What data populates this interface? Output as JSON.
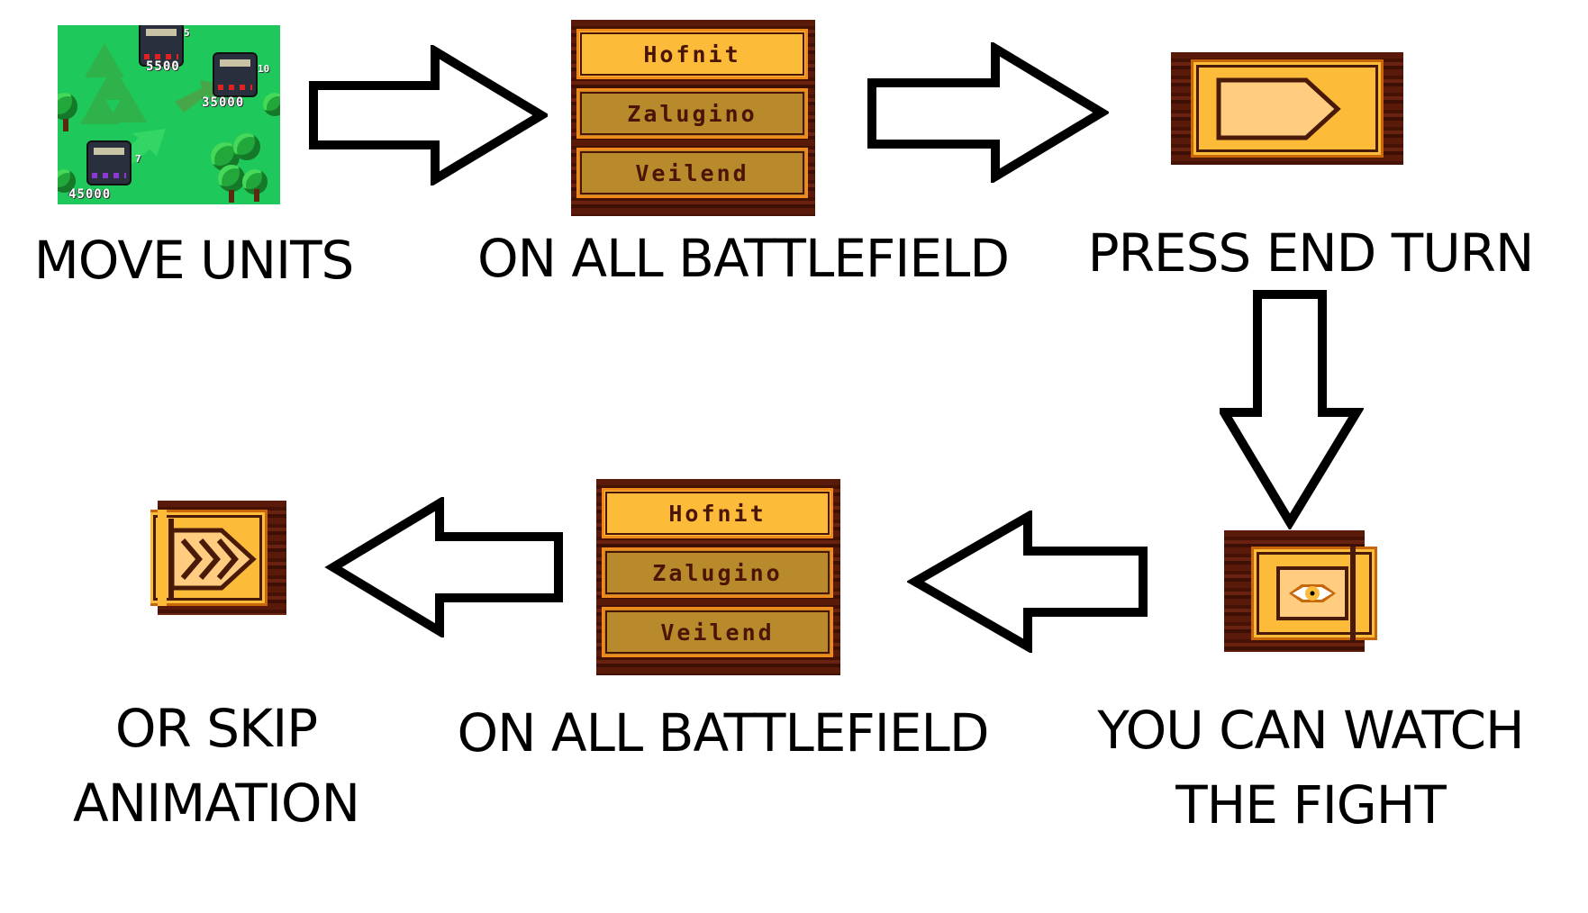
{
  "steps": [
    {
      "id": "move-units",
      "caption": [
        "MOVE UNITS"
      ]
    },
    {
      "id": "select-battlefield",
      "caption": [
        "ON ALL BATTLEFIELD"
      ]
    },
    {
      "id": "press-end-turn",
      "caption": [
        "PRESS END TURN"
      ]
    },
    {
      "id": "watch-fight",
      "caption": [
        "YOU CAN WATCH",
        "THE FIGHT"
      ]
    },
    {
      "id": "select-battlefield-2",
      "caption": [
        "ON ALL BATTLEFIELD"
      ]
    },
    {
      "id": "skip-animation",
      "caption": [
        "OR SKIP",
        "ANIMATION"
      ]
    }
  ],
  "map": {
    "units": [
      {
        "power": "5500",
        "count": "5",
        "team": "enemy"
      },
      {
        "power": "35000",
        "count": "10",
        "team": "enemy"
      },
      {
        "power": "45000",
        "count": "7",
        "team": "player"
      }
    ]
  },
  "battlefield_menu": {
    "options": [
      "Hofnit",
      "Zalugino",
      "Veilend"
    ],
    "selected": "Hofnit"
  },
  "battlefield_menu_2": {
    "options": [
      "Hofnit",
      "Zalugino",
      "Veilend"
    ],
    "selected": "Hofnit"
  },
  "buttons": {
    "end_turn": {
      "icon": "end-turn-arrow-icon"
    },
    "watch": {
      "icon": "eye-icon"
    },
    "skip": {
      "icon": "fast-forward-icon"
    }
  },
  "colors": {
    "wood": "#5a1a0a",
    "frame_orange": "#c8660a",
    "gold": "#fcbc3a",
    "light_gold": "#ffcc80",
    "dark_line": "#4a1406",
    "unselected": "#b88a2c",
    "grass": "#1ec85a"
  }
}
